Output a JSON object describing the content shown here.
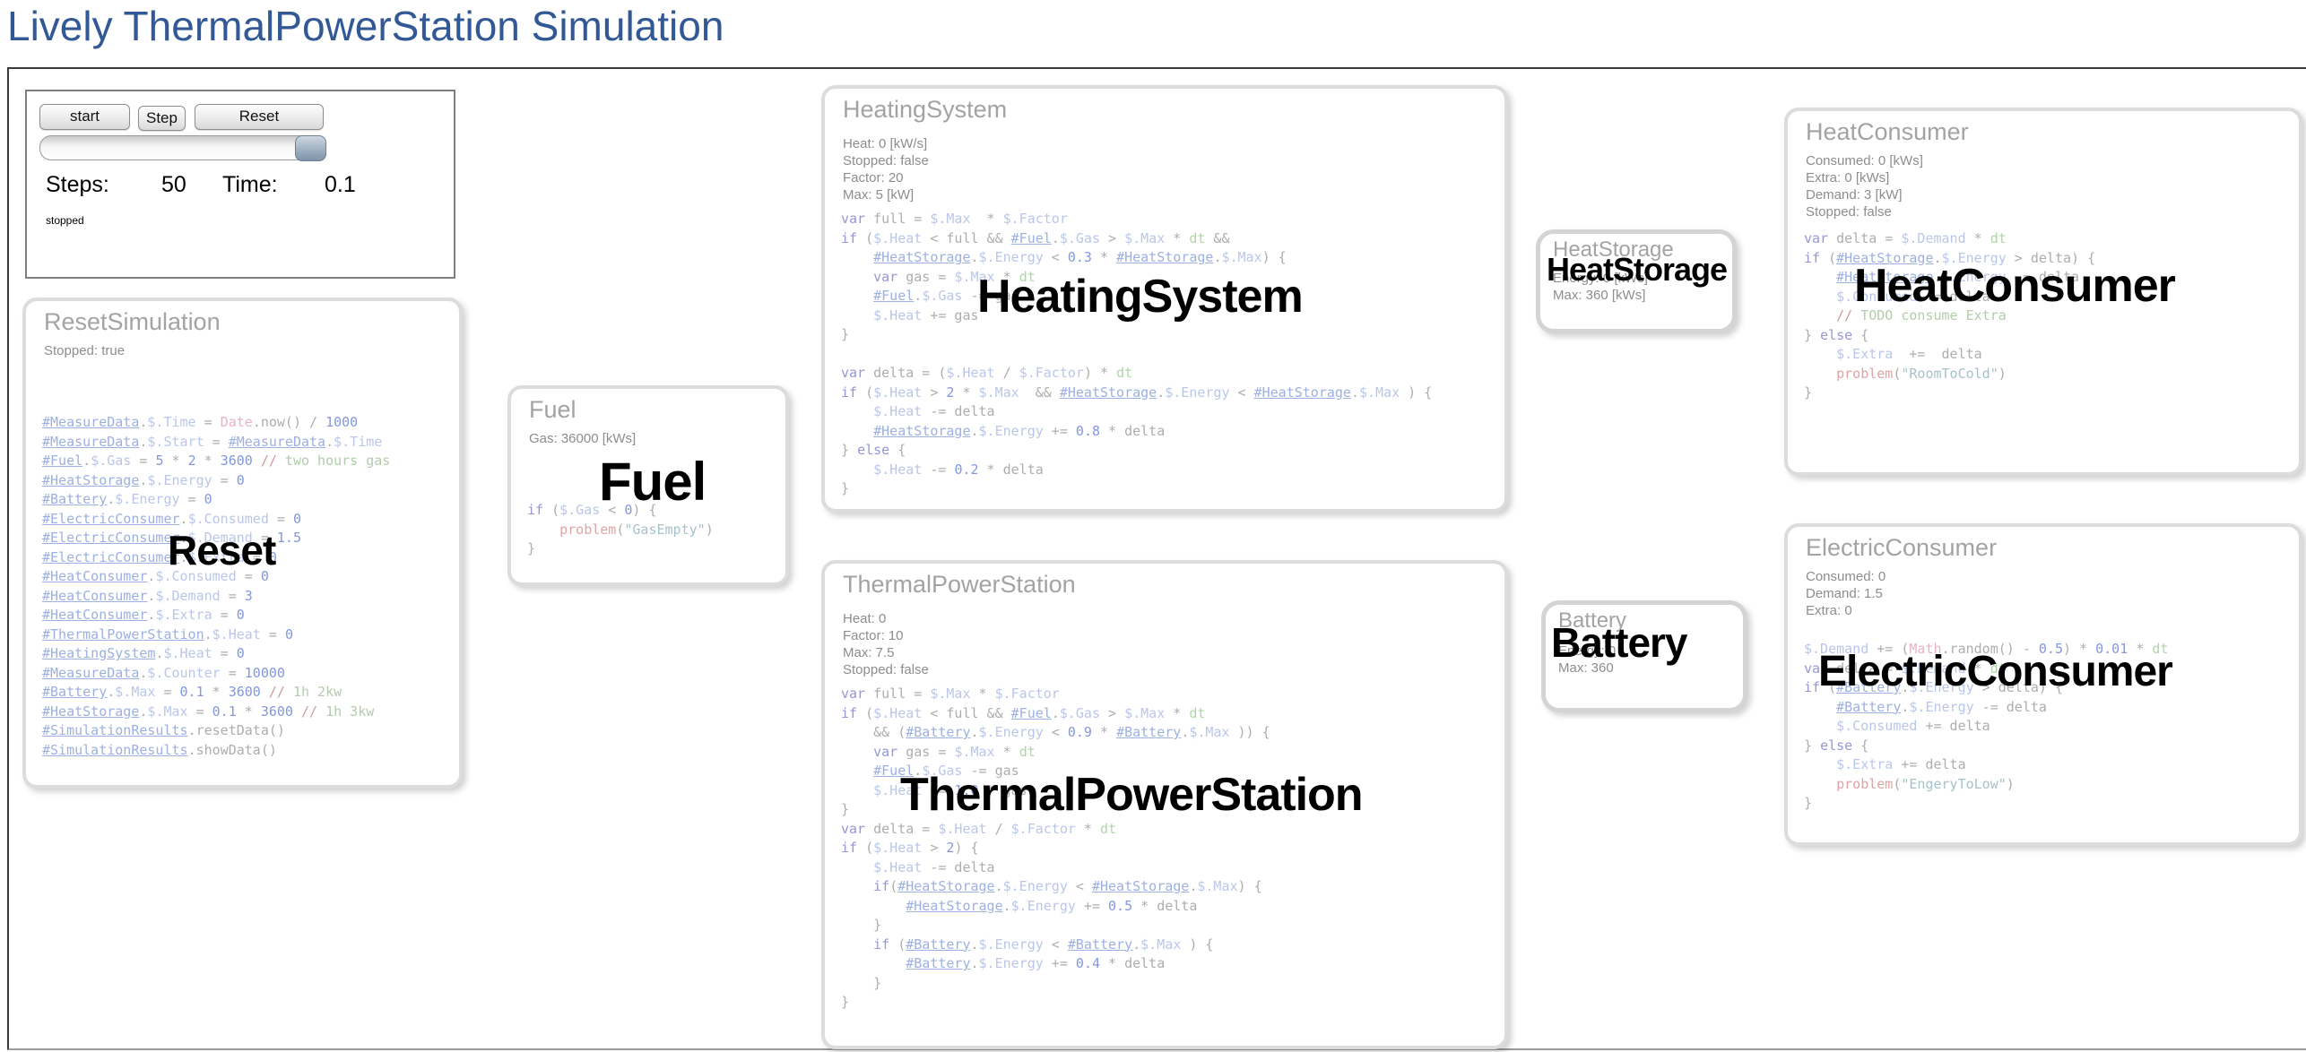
{
  "page_title": "Lively ThermalPowerStation Simulation",
  "colors": {
    "title_blue": "#325896",
    "overlay_label_black": "#000000",
    "panel_border_gray": "#dcdcdc"
  },
  "controls": {
    "start_label": "start",
    "step_label": "Step",
    "reset_label": "Reset",
    "steps_label": "Steps:",
    "steps_value": "50",
    "time_label": "Time:",
    "time_value": "0.1",
    "status": "stopped"
  },
  "panels": {
    "reset_simulation": {
      "title": "ResetSimulation",
      "big_label": "Reset",
      "props": [
        "Stopped: true"
      ],
      "code": [
        "#MeasureData.$.Time = Date.now() / 1000",
        "#MeasureData.$.Start = #MeasureData.$.Time",
        "#Fuel.$.Gas = 5 * 2 * 3600 // two hours gas",
        "#HeatStorage.$.Energy = 0",
        "#Battery.$.Energy = 0",
        "#ElectricConsumer.$.Consumed = 0",
        "#ElectricConsumer.$.Demand = 1.5",
        "#ElectricConsumer.$.Extra = 0",
        "#HeatConsumer.$.Consumed = 0",
        "#HeatConsumer.$.Demand = 3",
        "#HeatConsumer.$.Extra = 0",
        "#ThermalPowerStation.$.Heat = 0",
        "#HeatingSystem.$.Heat = 0",
        "#MeasureData.$.Counter = 10000",
        "#Battery.$.Max = 0.1 * 3600 // 1h 2kw",
        "#HeatStorage.$.Max = 0.1 * 3600 // 1h 3kw",
        "#SimulationResults.resetData()",
        "#SimulationResults.showData()"
      ]
    },
    "fuel": {
      "title": "Fuel",
      "big_label": "Fuel",
      "props": [
        "Gas: 36000 [kWs]"
      ],
      "code": [
        "if ($.Gas < 0) {",
        "    problem(\"GasEmpty\")",
        "}"
      ]
    },
    "heating_system": {
      "title": "HeatingSystem",
      "big_label": "HeatingSystem",
      "props": [
        "Heat: 0 [kW/s]",
        "Stopped: false",
        "Factor: 20",
        "Max: 5 [kW]"
      ],
      "code": [
        "var full = $.Max  * $.Factor",
        "if ($.Heat < full && #Fuel.$.Gas > $.Max * dt &&",
        "    #HeatStorage.$.Energy < 0.3 * #HeatStorage.$.Max) {",
        "    var gas = $.Max * dt",
        "    #Fuel.$.Gas -= gas",
        "    $.Heat += gas",
        "}",
        "",
        "var delta = ($.Heat / $.Factor) * dt",
        "if ($.Heat > 2 * $.Max  && #HeatStorage.$.Energy < #HeatStorage.$.Max ) {",
        "    $.Heat -= delta",
        "    #HeatStorage.$.Energy += 0.8 * delta",
        "} else {",
        "    $.Heat -= 0.2 * delta",
        "}"
      ]
    },
    "thermal_power_station": {
      "title": "ThermalPowerStation",
      "big_label": "ThermalPowerStation",
      "props": [
        "Heat: 0",
        "Factor: 10",
        "Max: 7.5",
        "Stopped: false"
      ],
      "code": [
        "var full = $.Max * $.Factor",
        "if ($.Heat < full && #Fuel.$.Gas > $.Max * dt",
        "    && (#Battery.$.Energy < 0.9 * #Battery.$.Max )) {",
        "    var gas = $.Max * dt",
        "    #Fuel.$.Gas -= gas",
        "    $.Heat += 1.0 * gas",
        "}",
        "var delta = $.Heat / $.Factor * dt",
        "if ($.Heat > 2) {",
        "    $.Heat -= delta",
        "    if(#HeatStorage.$.Energy < #HeatStorage.$.Max) {",
        "        #HeatStorage.$.Energy += 0.5 * delta",
        "    }",
        "    if (#Battery.$.Energy < #Battery.$.Max ) {",
        "        #Battery.$.Energy += 0.4 * delta",
        "    }",
        "}"
      ]
    },
    "heat_storage": {
      "title": "HeatStorage",
      "big_label": "HeatStorage",
      "props": [
        "Energy: 0 [kWs]",
        "Max: 360 [kWs]"
      ],
      "code": []
    },
    "battery": {
      "title": "Battery",
      "big_label": "Battery",
      "props": [
        "Energy: 0",
        "Max: 360"
      ],
      "code": []
    },
    "heat_consumer": {
      "title": "HeatConsumer",
      "big_label": "HeatConsumer",
      "props": [
        "Consumed: 0 [kWs]",
        "Extra: 0 [kWs]",
        "Demand: 3 [kW]",
        "Stopped: false"
      ],
      "code": [
        "var delta = $.Demand * dt",
        "if (#HeatStorage.$.Energy > delta) {",
        "    #HeatStorage.$.Energy -= delta",
        "    $.Consumed += delta",
        "    // TODO consume Extra",
        "} else {",
        "    $.Extra  +=  delta",
        "    problem(\"RoomToCold\")",
        "}"
      ]
    },
    "electric_consumer": {
      "title": "ElectricConsumer",
      "big_label": "ElectricConsumer",
      "props": [
        "Consumed: 0",
        "Demand: 1.5",
        "Extra: 0"
      ],
      "code": [
        "$.Demand += (Math.random() - 0.5) * 0.01 * dt",
        "var delta = $.Demand * dt",
        "if (#Battery.$.Energy > delta) {",
        "    #Battery.$.Energy -= delta",
        "    $.Consumed += delta",
        "} else {",
        "    $.Extra += delta",
        "    problem(\"EngeryToLow\")",
        "}"
      ]
    }
  }
}
